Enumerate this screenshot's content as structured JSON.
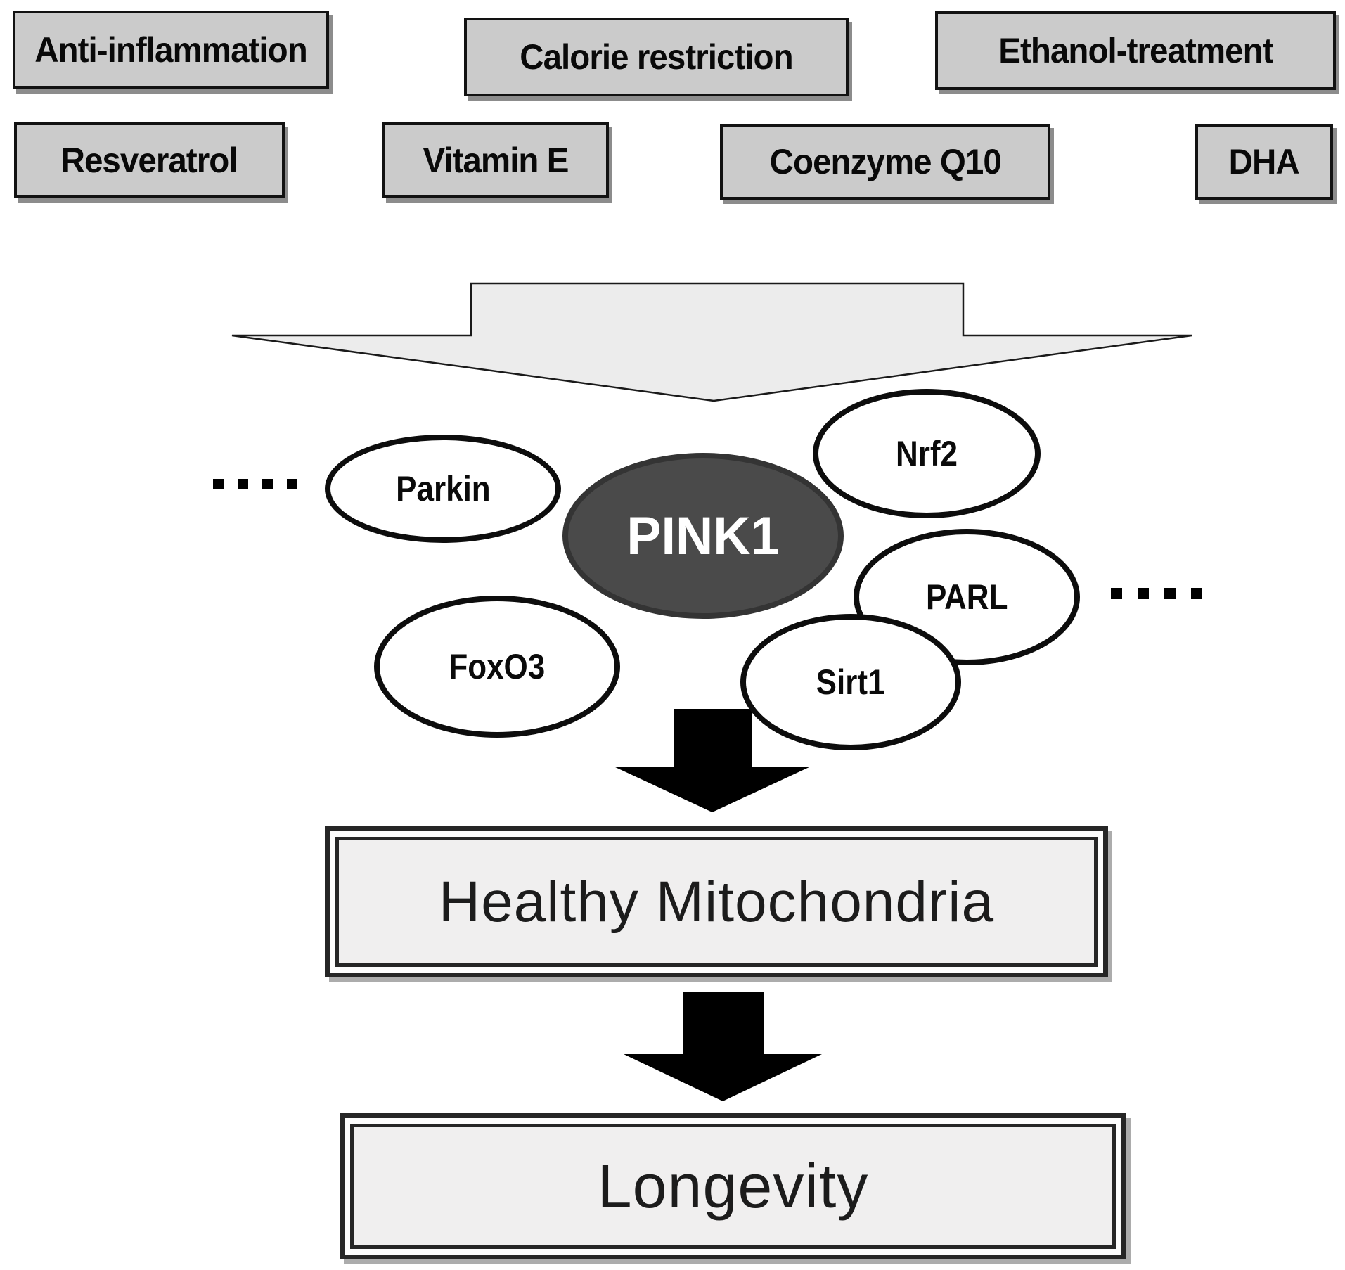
{
  "interventions_row1": [
    {
      "label": "Anti-inflammation"
    },
    {
      "label": "Calorie restriction"
    },
    {
      "label": "Ethanol-treatment"
    }
  ],
  "interventions_row2": [
    {
      "label": "Resveratrol"
    },
    {
      "label": "Vitamin E"
    },
    {
      "label": "Coenzyme Q10"
    },
    {
      "label": "DHA"
    }
  ],
  "network": {
    "hub": {
      "label": "PINK1"
    },
    "partners": [
      {
        "label": "Parkin"
      },
      {
        "label": "Nrf2"
      },
      {
        "label": "PARL"
      },
      {
        "label": "FoxO3"
      },
      {
        "label": "Sirt1"
      }
    ],
    "left_dots_count": 4,
    "right_dots_count": 4
  },
  "outcomes": [
    {
      "label": "Healthy Mitochondria"
    },
    {
      "label": "Longevity"
    }
  ],
  "colors": {
    "intervention_fill": "#cbcbcb",
    "intervention_border": "#121212",
    "funnel_arrow_fill": "#ececec",
    "hub_fill": "#4a4a4a",
    "hub_text": "#ffffff",
    "ellipse_border": "#0d0d0d",
    "outcome_fill": "#f0efef",
    "flow_arrow": "#000000"
  }
}
